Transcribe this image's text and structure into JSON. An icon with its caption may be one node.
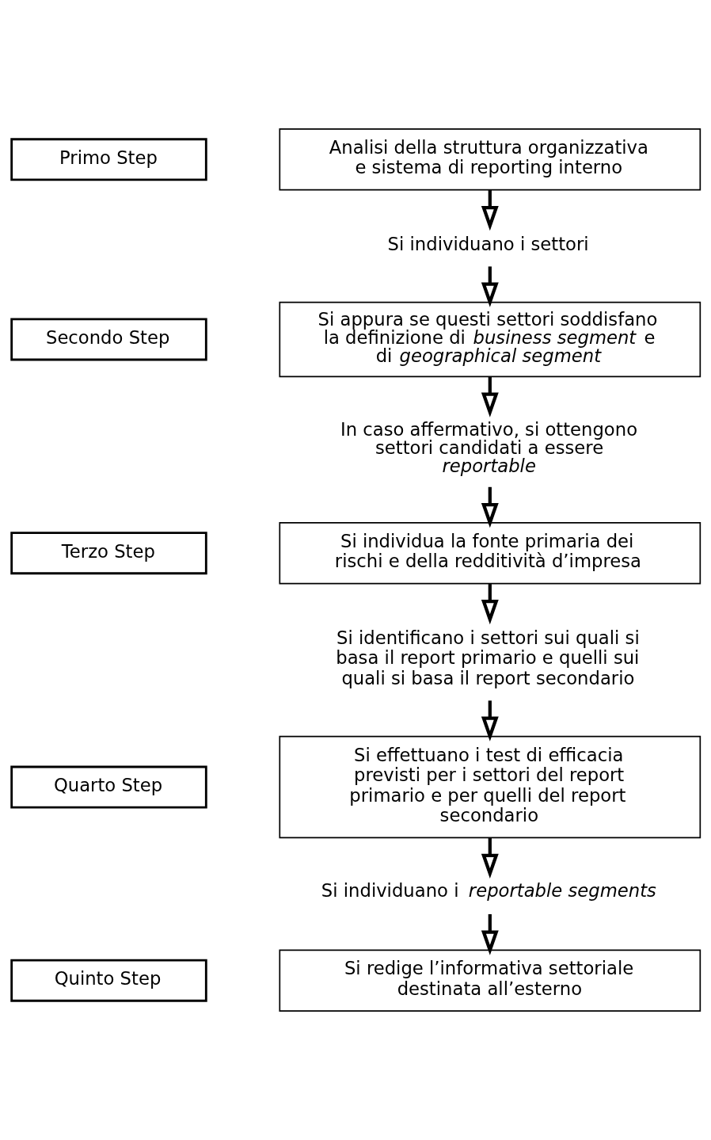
{
  "diagram": {
    "nodes": [
      {
        "text": [
          "Primo Step"
        ]
      },
      {
        "text": [
          "Analisi della struttura organizzativa e sistema di reporting interno"
        ]
      },
      {
        "text": [
          "Si individuano i settori"
        ]
      },
      {
        "text": [
          "Secondo Step"
        ]
      },
      {
        "text": [
          "Si appura se questi settori soddisfano la definizione di *business segment* e di *geographical segment*"
        ]
      },
      {
        "text": [
          "In caso affermativo, si ottengono settori candidati a essere *reportable*"
        ]
      },
      {
        "text": [
          "Terzo Step"
        ]
      },
      {
        "text": [
          "Si individua la fonte primaria dei rischi e della redditività d’impresa"
        ]
      },
      {
        "text": [
          "Si identificano i settori sui quali si basa il report primario e quelli sui quali si basa il report secondario"
        ]
      },
      {
        "text": [
          "Quarto Step"
        ]
      },
      {
        "text": [
          "Si effettuano i test di efficacia previsti per i settori del report primario e per quelli del report secondario"
        ]
      },
      {
        "text": [
          "Si individuano i *reportable segments*"
        ]
      },
      {
        "text": [
          "Quinto Step"
        ]
      },
      {
        "text": [
          "Si redige l’informativa settoriale destinata all’esterno"
        ]
      }
    ],
    "edges": [
      {
        "from": 1,
        "to": 2,
        "arrow": "to"
      },
      {
        "from": 2,
        "to": 4,
        "arrow": "to"
      },
      {
        "from": 4,
        "to": 5,
        "arrow": "to"
      },
      {
        "from": 5,
        "to": 7,
        "arrow": "to"
      },
      {
        "from": 7,
        "to": 8,
        "arrow": "to"
      },
      {
        "from": 8,
        "to": 10,
        "arrow": "to"
      },
      {
        "from": 10,
        "to": 11,
        "arrow": "to"
      },
      {
        "from": 11,
        "to": 13,
        "arrow": "to"
      }
    ]
  }
}
